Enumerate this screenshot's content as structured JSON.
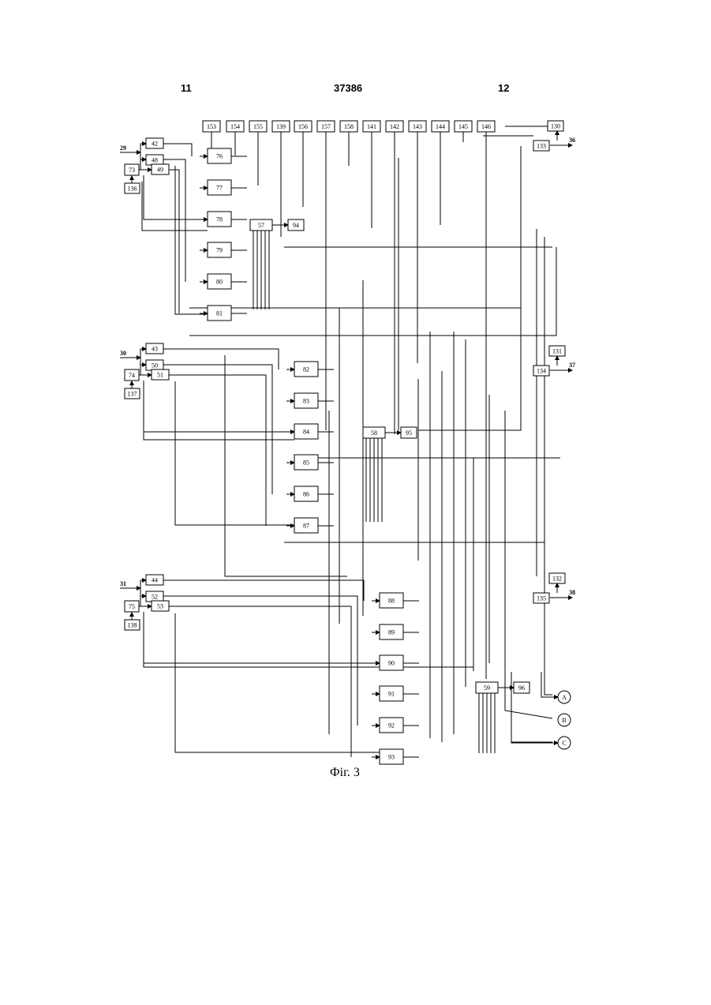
{
  "header": {
    "left_page": "11",
    "doc_number": "37386",
    "right_page": "12"
  },
  "caption": "Фіг. 3",
  "top_inputs": [
    "153",
    "154",
    "155",
    "139",
    "156",
    "157",
    "158",
    "141",
    "142",
    "143",
    "144",
    "145",
    "146"
  ],
  "blocks_group1": [
    "42",
    "48",
    "73",
    "49",
    "136",
    "76",
    "77",
    "78",
    "57",
    "94",
    "79",
    "80",
    "81"
  ],
  "blocks_group2": [
    "43",
    "50",
    "74",
    "51",
    "137",
    "82",
    "83",
    "84",
    "58",
    "95",
    "85",
    "86",
    "87"
  ],
  "blocks_group3": [
    "44",
    "52",
    "75",
    "53",
    "138",
    "88",
    "89",
    "90",
    "59",
    "96",
    "91",
    "92",
    "93"
  ],
  "right_blocks": [
    "130",
    "133",
    "131",
    "134",
    "132",
    "135"
  ],
  "inputs": [
    "29",
    "30",
    "31"
  ],
  "outputs": [
    "36",
    "37",
    "38"
  ],
  "connectors": [
    "A",
    "B",
    "C"
  ]
}
